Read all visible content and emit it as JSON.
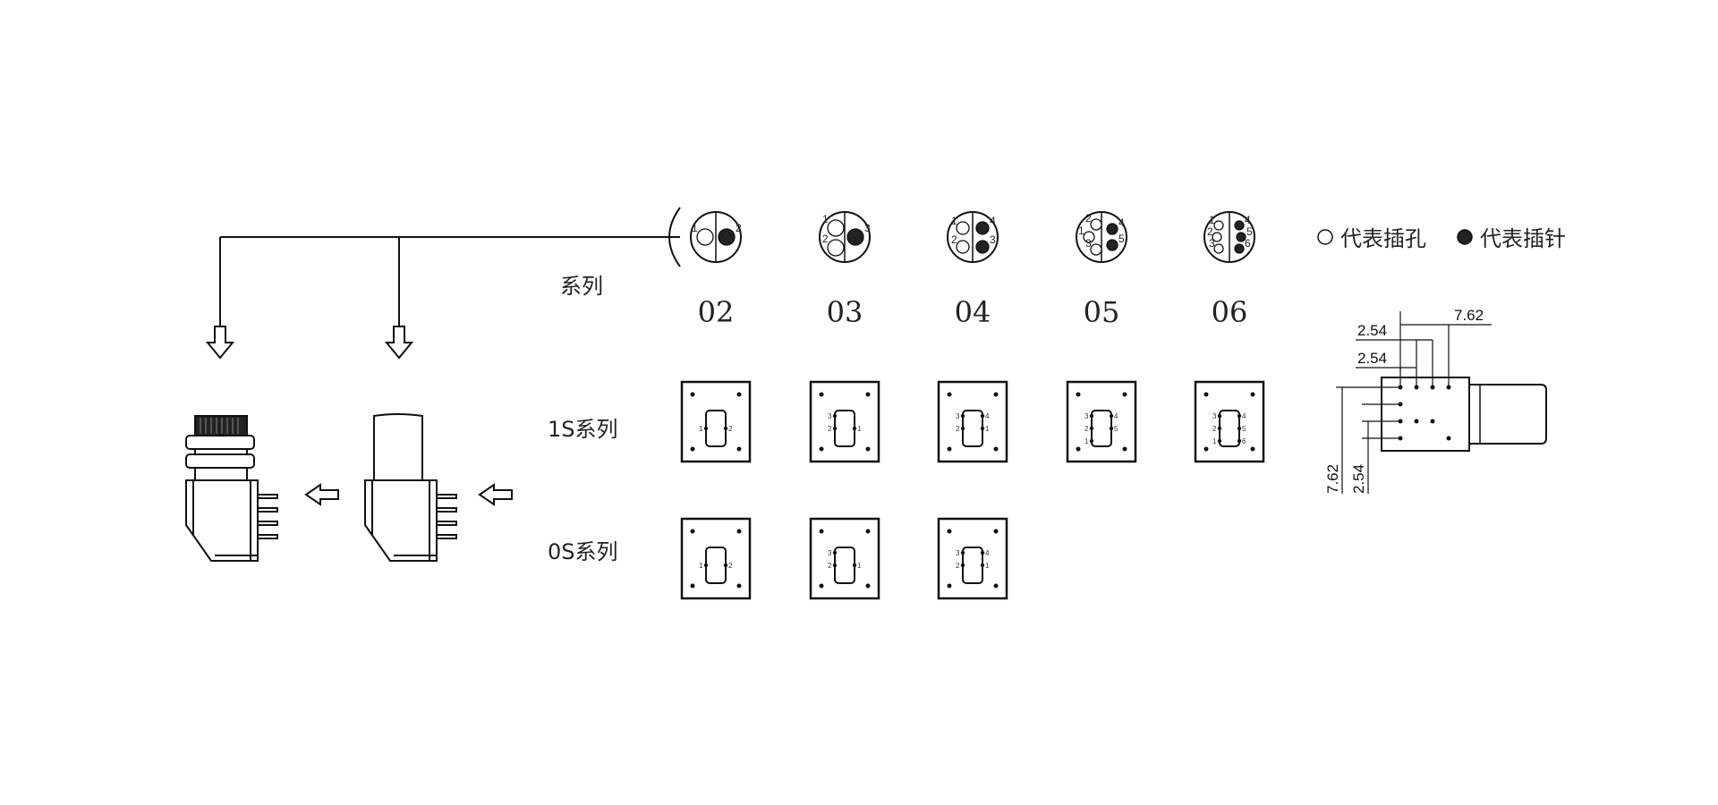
{
  "labels": {
    "series": "系列",
    "series_1s": "1S系列",
    "series_0s": "0S系列",
    "legend_socket": "代表插孔",
    "legend_pin": "代表插针"
  },
  "faces": [
    {
      "code": "02",
      "pins": [
        {
          "label": "1",
          "type": "socket"
        },
        {
          "label": "2",
          "type": "pin"
        }
      ]
    },
    {
      "code": "03",
      "pins": [
        {
          "label": "1",
          "type": "socket"
        },
        {
          "label": "2",
          "type": "socket"
        },
        {
          "label": "3",
          "type": "pin"
        }
      ]
    },
    {
      "code": "04",
      "pins": [
        {
          "label": "1",
          "type": "socket"
        },
        {
          "label": "2",
          "type": "socket"
        },
        {
          "label": "3",
          "type": "pin"
        },
        {
          "label": "4",
          "type": "pin"
        }
      ]
    },
    {
      "code": "05",
      "pins": [
        {
          "label": "1",
          "type": "socket"
        },
        {
          "label": "2",
          "type": "socket"
        },
        {
          "label": "3",
          "type": "socket"
        },
        {
          "label": "4",
          "type": "pin"
        },
        {
          "label": "5",
          "type": "pin"
        }
      ]
    },
    {
      "code": "06",
      "pins": [
        {
          "label": "1",
          "type": "socket"
        },
        {
          "label": "2",
          "type": "socket"
        },
        {
          "label": "3",
          "type": "socket"
        },
        {
          "label": "4",
          "type": "pin"
        },
        {
          "label": "5",
          "type": "pin"
        },
        {
          "label": "6",
          "type": "pin"
        }
      ]
    }
  ],
  "footprints_1s": [
    {
      "code": "02",
      "labels_left": [
        "1"
      ],
      "labels_right": [
        "2"
      ]
    },
    {
      "code": "03",
      "labels_left": [
        "3",
        "2"
      ],
      "labels_right": [
        "1"
      ]
    },
    {
      "code": "04",
      "labels_left": [
        "3",
        "2"
      ],
      "labels_right": [
        "4",
        "1"
      ]
    },
    {
      "code": "05",
      "labels_left": [
        "3",
        "2",
        "1"
      ],
      "labels_right": [
        "4",
        "5"
      ]
    },
    {
      "code": "06",
      "labels_left": [
        "3",
        "2",
        "1"
      ],
      "labels_right": [
        "4",
        "5",
        "6"
      ]
    }
  ],
  "footprints_0s": [
    {
      "code": "02",
      "labels_left": [
        "1"
      ],
      "labels_right": [
        "2"
      ]
    },
    {
      "code": "03",
      "labels_left": [
        "3",
        "2"
      ],
      "labels_right": [
        "1"
      ]
    },
    {
      "code": "04",
      "labels_left": [
        "3",
        "2"
      ],
      "labels_right": [
        "4",
        "1"
      ]
    }
  ],
  "dimensions": {
    "top_wide": "7.62",
    "top_first": "2.54",
    "top_second": "2.54",
    "side_wide": "7.62",
    "side_narrow": "2.54"
  }
}
